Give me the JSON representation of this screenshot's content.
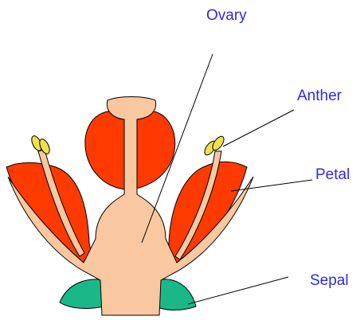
{
  "labels": {
    "ovary": "Ovary",
    "anther": "Anther",
    "petal": "Petal",
    "sepal": "Sepal"
  },
  "colors": {
    "label_text": "#2a2af0",
    "petal": "#ff3a00",
    "receptacle": "#f9c8a0",
    "anther": "#f0e050",
    "sepal": "#1ab889",
    "outline": "#000000",
    "leader_line": "#000000"
  }
}
